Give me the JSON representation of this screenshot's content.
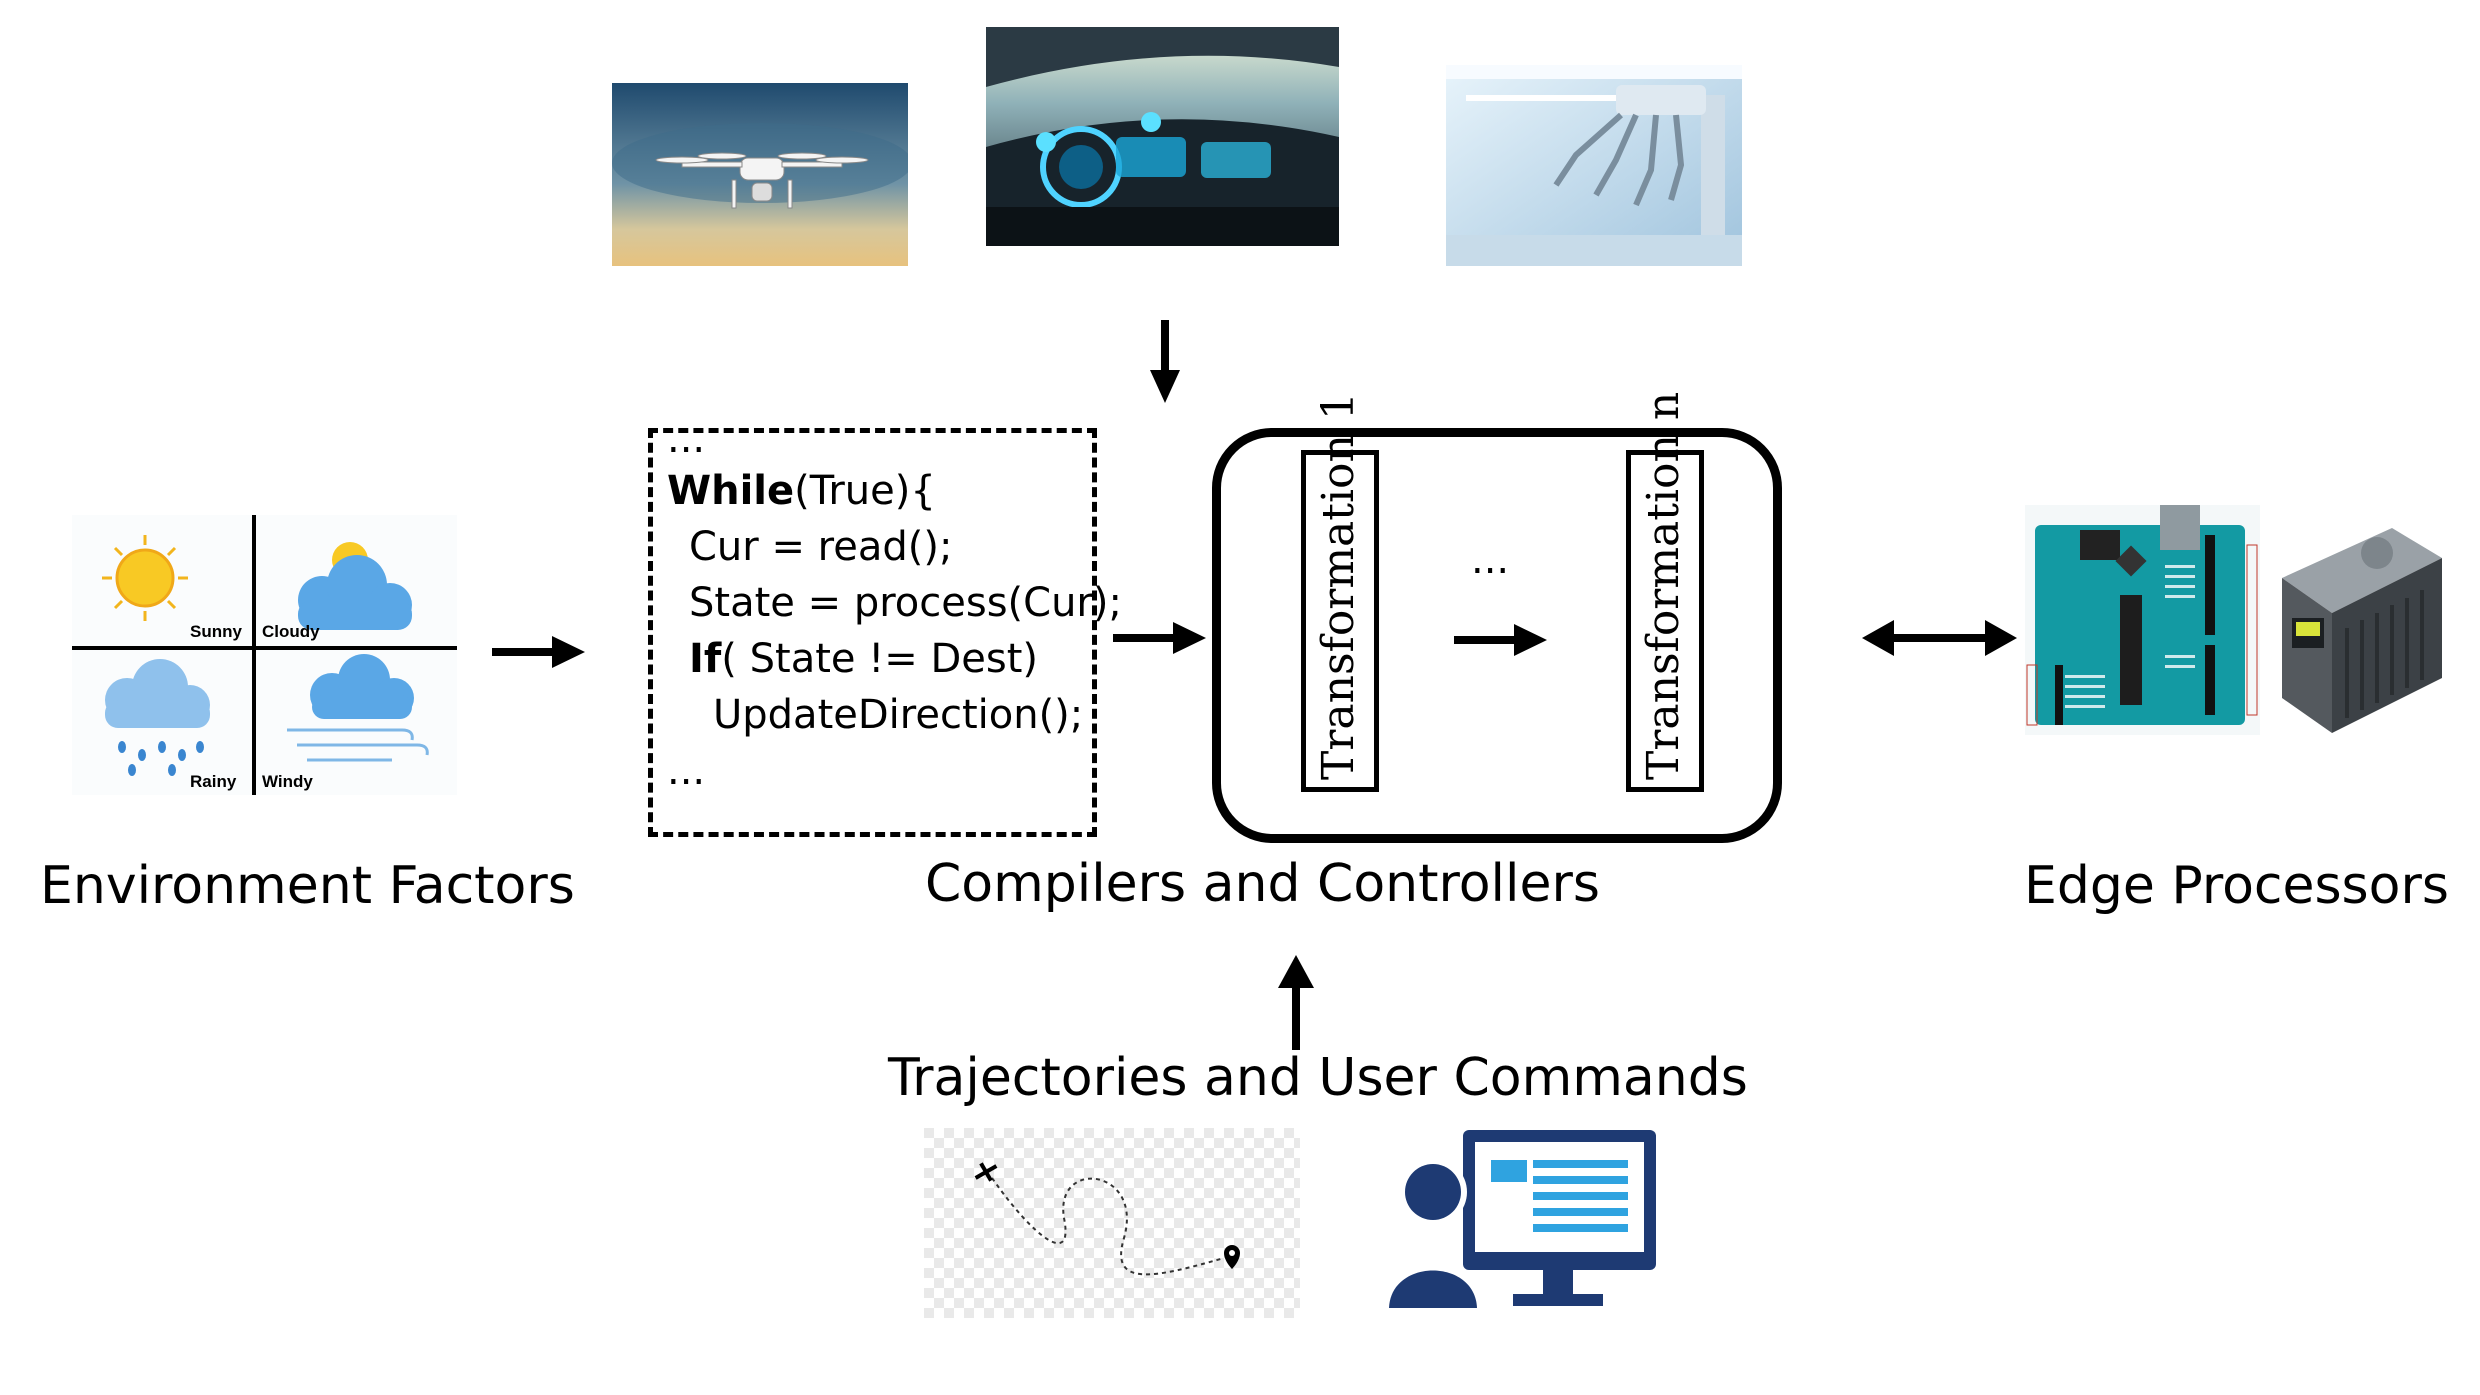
{
  "captions": {
    "environment": "Environment Factors",
    "compilers": "Compilers and Controllers",
    "edge": "Edge Processors",
    "trajectories": "Trajectories and User Commands"
  },
  "weather": {
    "sunny": "Sunny",
    "cloudy": "Cloudy",
    "rainy": "Rainy",
    "windy": "Windy"
  },
  "code": {
    "ellipsis_top": "...",
    "while_kw": "While",
    "while_rest": "(True){",
    "line2": "Cur = read();",
    "line3": "State = process(Cur);",
    "if_kw": "If",
    "if_rest": "( State != Dest)",
    "line5": "UpdateDirection();",
    "ellipsis_bottom": "..."
  },
  "transformations": {
    "first": "Transformation 1",
    "middle": "...",
    "last": "Transformation n"
  },
  "images": {
    "drone": "drone-photo",
    "car": "autonomous-car-photo",
    "robot": "surgical-robot-photo",
    "arduino": "arduino-board-image",
    "edge_device": "edge-device-image",
    "trajectory": "trajectory-map-image",
    "user": "user-computer-icon"
  }
}
